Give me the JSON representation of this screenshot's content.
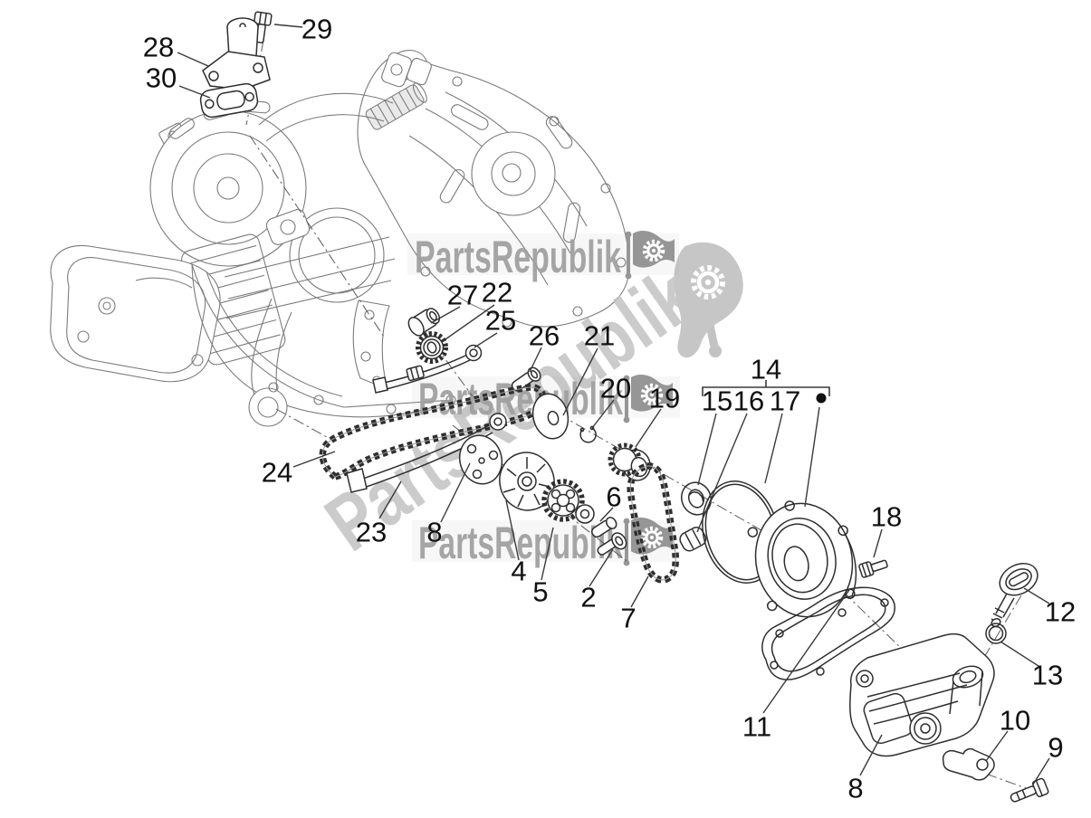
{
  "brand": {
    "watermark_text": "PartsRepublik"
  },
  "icons": {
    "watermark_flag": "flag-gear-icon"
  },
  "colors": {
    "background": "#ffffff",
    "engine_line": "#7b7b7b",
    "part_line": "#2e2e2e",
    "label_text": "#111111",
    "watermark_text": "#9f9f9f",
    "watermark_flag": "#969696",
    "watermark_diagonal": "#c2c2c2"
  },
  "callouts": {
    "n2": "2",
    "n4": "4",
    "n5": "5",
    "n6": "6",
    "n7": "7",
    "n8a": "8",
    "n8b": "8",
    "n9": "9",
    "n10": "10",
    "n11": "11",
    "n12": "12",
    "n13": "13",
    "n14": "14",
    "n15": "15",
    "n16": "16",
    "n17": "17",
    "n18": "18",
    "n19": "19",
    "n20": "20",
    "n21": "21",
    "n22": "22",
    "n23": "23",
    "n24": "24",
    "n25": "25",
    "n26": "26",
    "n27": "27",
    "n28": "28",
    "n29": "29",
    "n30": "30"
  }
}
